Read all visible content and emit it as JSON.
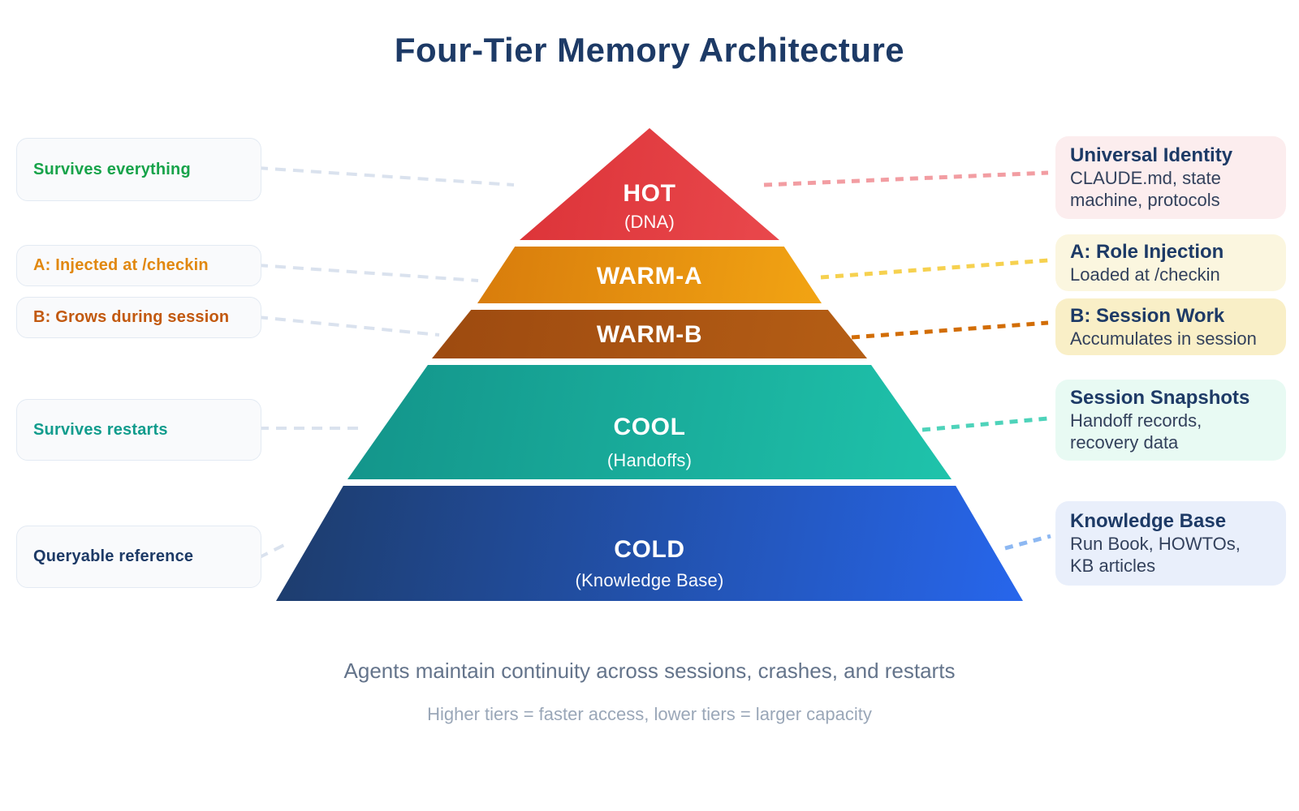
{
  "title": "Four-Tier Memory Architecture",
  "caption": "Agents maintain continuity across sessions, crashes, and restarts",
  "subcaption": "Higher tiers = faster access, lower tiers = larger capacity",
  "colors": {
    "title": "#1d3a66",
    "caption": "#64748b",
    "subcaption": "#9aa7b8",
    "left_connector": "#dae2ee"
  },
  "pyramid": {
    "tiers": [
      {
        "label": "HOT",
        "sublabel": "(DNA)",
        "color_start": "#dc3338",
        "color_end": "#e9484c",
        "connector_color": "#f29da2"
      },
      {
        "label": "WARM-A",
        "sublabel": "",
        "color_start": "#d87c0c",
        "color_end": "#f2a413",
        "connector_color": "#f6d14f"
      },
      {
        "label": "WARM-B",
        "sublabel": "",
        "color_start": "#9d4a10",
        "color_end": "#b55e15",
        "connector_color": "#d26d06"
      },
      {
        "label": "COOL",
        "sublabel": "(Handoffs)",
        "color_start": "#13948a",
        "color_end": "#1fc3ab",
        "connector_color": "#4ed3ba"
      },
      {
        "label": "COLD",
        "sublabel": "(Knowledge Base)",
        "color_start": "#1d3c6b",
        "color_end": "#2766ec",
        "connector_color": "#8db8f2"
      }
    ]
  },
  "left_notes": [
    {
      "text": "Survives everything",
      "color": "#17a34a"
    },
    {
      "text": "A: Injected at /checkin",
      "color": "#e1880f"
    },
    {
      "text": "B: Grows during session",
      "color": "#c2590f"
    },
    {
      "text": "Survives restarts",
      "color": "#129c8d"
    },
    {
      "text": "Queryable reference",
      "color": "#1d3a66"
    }
  ],
  "right_notes": [
    {
      "title": "Universal Identity",
      "desc": "CLAUDE.md, state\nmachine, protocols",
      "bg": "#fcedee"
    },
    {
      "title": "A: Role Injection",
      "desc": "Loaded at /checkin",
      "bg": "#fbf6df"
    },
    {
      "title": "B: Session Work",
      "desc": "Accumulates in session",
      "bg": "#f9efc7"
    },
    {
      "title": "Session Snapshots",
      "desc": "Handoff records,\nrecovery data",
      "bg": "#e8faf3"
    },
    {
      "title": "Knowledge Base",
      "desc": "Run Book, HOWTOs,\nKB articles",
      "bg": "#e9effb"
    }
  ]
}
